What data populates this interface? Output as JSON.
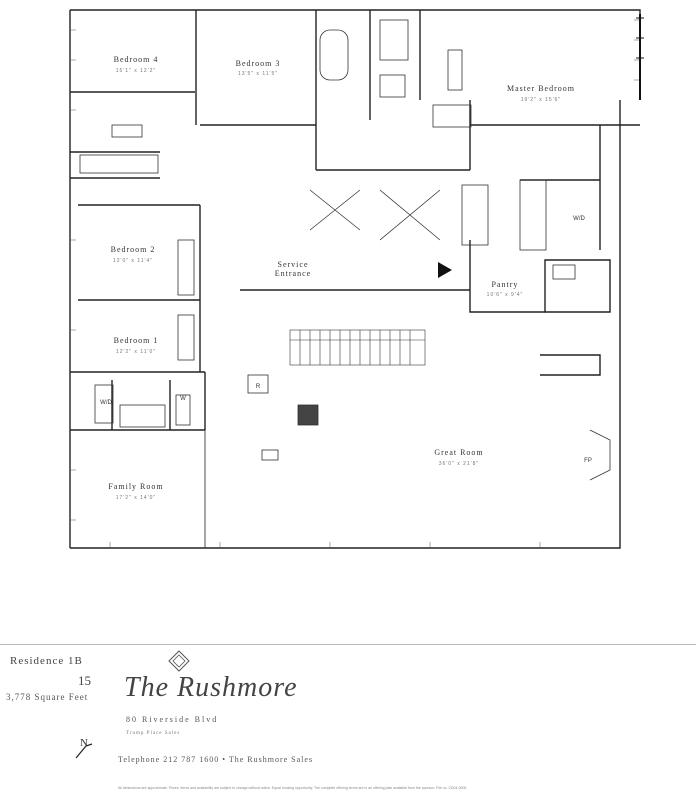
{
  "rooms": {
    "bedroom4": {
      "name": "Bedroom 4",
      "dims": "15'1\" x 12'2\""
    },
    "bedroom3": {
      "name": "Bedroom 3",
      "dims": "13'5\" x 11'5\""
    },
    "master": {
      "name": "Master Bedroom",
      "dims": "19'2\" x 15'6\""
    },
    "bedroom2": {
      "name": "Bedroom 2",
      "dims": "12'0\" x 11'4\""
    },
    "bedroom1": {
      "name": "Bedroom 1",
      "dims": "12'2\" x 11'0\""
    },
    "service": {
      "line1": "Service",
      "line2": "Entrance"
    },
    "pantry": {
      "name": "Pantry",
      "dims": "10'6\" x 9'4\""
    },
    "great": {
      "name": "Great Room",
      "dims": "36'0\" x 21'8\""
    },
    "family": {
      "name": "Family Room",
      "dims": "17'2\" x 14'0\""
    }
  },
  "fixtures": {
    "wd": "W/D",
    "wd2": "W/D",
    "refrigerator": "R",
    "wd_side": "W",
    "fireplace": "FP"
  },
  "footer": {
    "unit": "Residence 1B",
    "unit_floor": "15",
    "sqft": "3,778 Square Feet",
    "brand": "The Rushmore",
    "address": "80 Riverside Blvd",
    "address2": "Trump Place Sales",
    "tel": "Telephone 212 787 1600 • The Rushmore Sales",
    "north": "N",
    "disclaimer": "All dimensions are approximate. Prices, terms and availability are subject to change without notice. Equal housing opportunity. The complete offering terms are in an offering plan available from the sponsor. File no. CD04-0000."
  },
  "colors": {
    "line": "#2a2a2a",
    "wall": "#111111",
    "text": "#333333"
  }
}
